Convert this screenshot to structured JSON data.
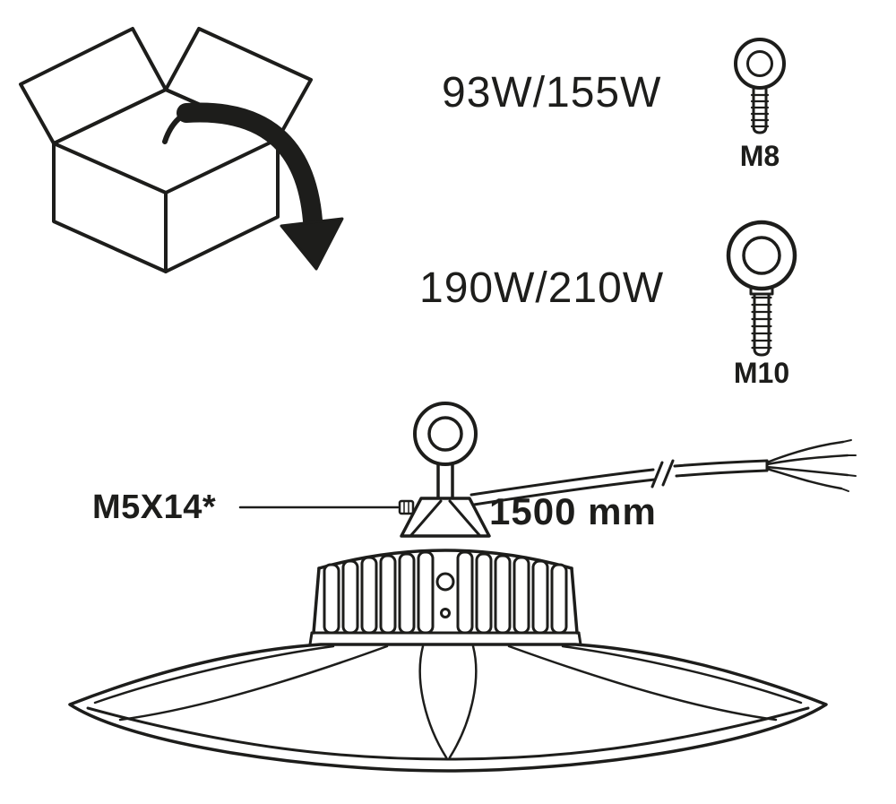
{
  "page": {
    "background": "#ffffff",
    "line_color": "#1d1d1b"
  },
  "unpacking": {
    "box_icon": "open-box-icon",
    "arrow_icon": "unpack-arrow-icon"
  },
  "eyebolt_options": [
    {
      "wattage": "93W/155W",
      "bolt": "M8"
    },
    {
      "wattage": "190W/210W",
      "bolt": "M10"
    }
  ],
  "fixture": {
    "screw_label": "M5X14*",
    "cable_length_label": "1500 mm"
  }
}
